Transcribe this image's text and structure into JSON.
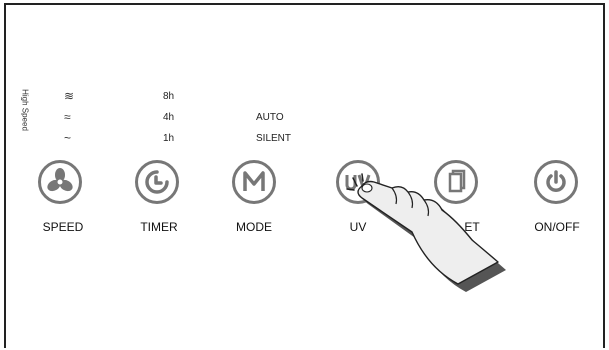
{
  "speed_panel": {
    "title": "High Speed",
    "levels": [
      "≋",
      "≈",
      "~"
    ]
  },
  "timer_panel": {
    "levels": [
      "8h",
      "4h",
      "1h"
    ]
  },
  "mode_panel": {
    "levels": [
      "AUTO",
      "SILENT"
    ]
  },
  "buttons": [
    {
      "label": "SPEED",
      "icon": "fan-icon"
    },
    {
      "label": "TIMER",
      "icon": "clock-icon"
    },
    {
      "label": "MODE",
      "icon": "m-letter-icon"
    },
    {
      "label": "UV",
      "icon": "uv-icon"
    },
    {
      "label": "ET",
      "icon": "filter-icon"
    },
    {
      "label": "ON/OFF",
      "icon": "power-icon"
    }
  ],
  "colors": {
    "button_outline": "#777777",
    "hand_fill": "#eeeeee",
    "hand_shadow": "#555555"
  }
}
